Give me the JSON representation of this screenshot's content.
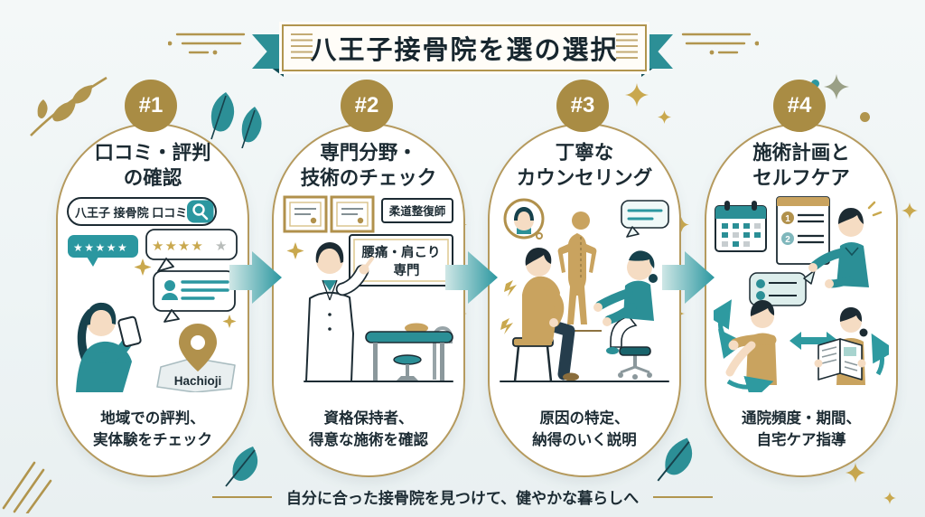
{
  "title": "八王子接骨院を選の選択",
  "footer": {
    "text": "自分に合った接骨院を見つけて、健やかな暮らしへ"
  },
  "colors": {
    "background": "#eef4f5",
    "gold": "#a98c44",
    "gold_border": "#b59a5e",
    "teal": "#2b97a0",
    "ribbon_teal": "#2c8f96",
    "text_dark": "#1c2b33",
    "tan": "#c9a35f",
    "skin": "#f5dcc3",
    "star_gold": "#c9a84e",
    "star_grey": "#b8bcba"
  },
  "icons": {
    "search": "magnifier",
    "map_pin": "teardrop-pin",
    "star": "★",
    "step_arrow": "chevron-arrow-right",
    "double_arrow": "left-right-arrow",
    "sparkle": "four-point-star",
    "leaf": "leaf",
    "pain": "lightning-bolt",
    "calendar": "calendar-grid"
  },
  "steps": [
    {
      "badge": "#1",
      "heading_line1": "口コミ・評判",
      "heading_line2": "の確認",
      "caption_line1": "地域での評判、",
      "caption_line2": "実体験をチェック",
      "illustration": {
        "search_query": "八王子 接骨院 口コミ",
        "rating_teal": "★★★★★",
        "rating_gold": "★★★★",
        "rating_grey": "★",
        "map_label": "Hachioji"
      }
    },
    {
      "badge": "#2",
      "heading_line1": "専門分野・",
      "heading_line2": "技術のチェック",
      "caption_line1": "資格保持者、",
      "caption_line2": "得意な施術を確認",
      "illustration": {
        "license_label": "柔道整復師",
        "specialty_line1": "腰痛・肩こり",
        "specialty_line2": "専門"
      }
    },
    {
      "badge": "#3",
      "heading_line1": "丁寧な",
      "heading_line2": "カウンセリング",
      "caption_line1": "原因の特定、",
      "caption_line2": "納得のいく説明"
    },
    {
      "badge": "#4",
      "heading_line1": "施術計画と",
      "heading_line2": "セルフケア",
      "caption_line1": "通院頻度・期間、",
      "caption_line2": "自宅ケア指導",
      "illustration": {
        "plan_item1": "1",
        "plan_item2": "2"
      }
    }
  ]
}
